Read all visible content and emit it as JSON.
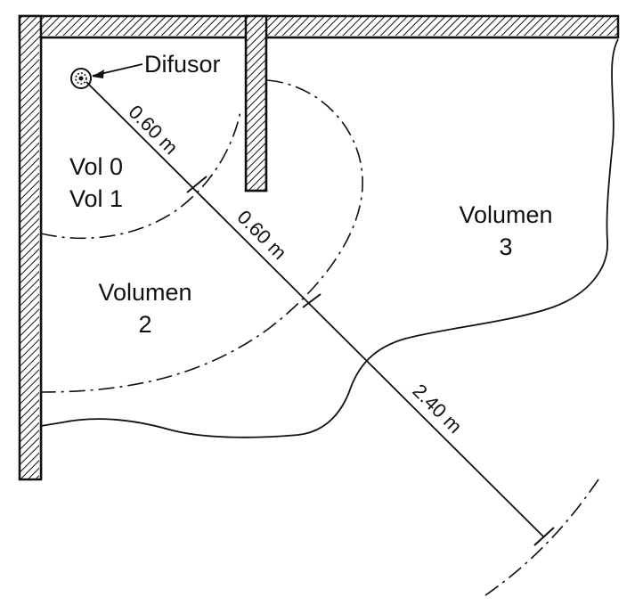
{
  "diagram": {
    "diffuser_label": "Difusor",
    "zones": {
      "vol0": "Vol 0",
      "vol1": "Vol 1",
      "vol2_line1": "Volumen",
      "vol2_line2": "2",
      "vol3_line1": "Volumen",
      "vol3_line2": "3"
    },
    "dimensions": {
      "first": "0.60 m",
      "second": "0.60 m",
      "third": "2.40 m"
    }
  },
  "colors": {
    "ink": "#111111",
    "background": "#ffffff"
  }
}
